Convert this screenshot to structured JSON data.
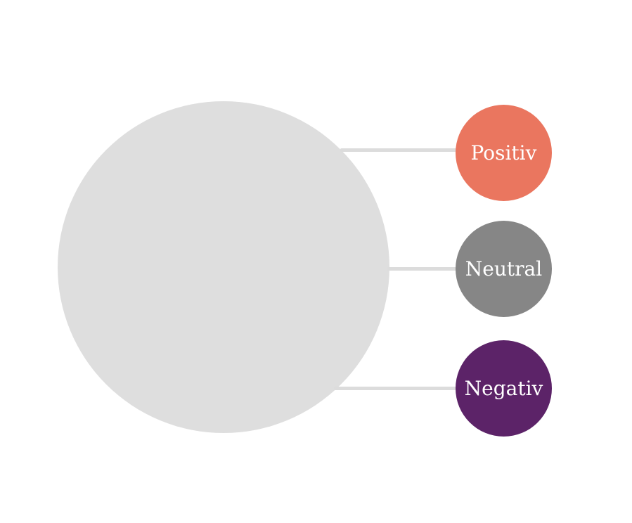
{
  "diagram": {
    "background_color": "#ffffff",
    "main_circle": {
      "color": "#dedede"
    },
    "connector_color": "#dcdcdc",
    "nodes": [
      {
        "id": "positiv",
        "label": "Positiv",
        "color": "#ea765f",
        "text_color": "#ffffff"
      },
      {
        "id": "neutral",
        "label": "Neutral",
        "color": "#868686",
        "text_color": "#ffffff"
      },
      {
        "id": "negativ",
        "label": "Negativ",
        "color": "#5c2368",
        "text_color": "#ffffff"
      }
    ]
  }
}
